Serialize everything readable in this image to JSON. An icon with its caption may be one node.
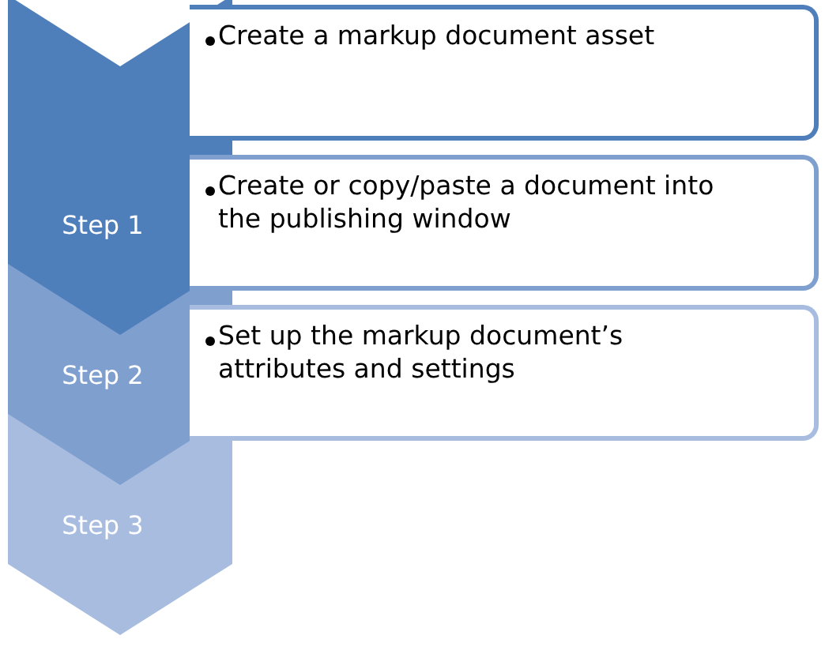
{
  "diagram": {
    "nodes": [
      {
        "text": [
          "Step 1"
        ]
      },
      {
        "text": [
          "Create a markup document asset"
        ]
      },
      {
        "text": [
          "Step 2"
        ]
      },
      {
        "text": [
          "Create or copy/paste a document into the publishing window"
        ]
      },
      {
        "text": [
          "Step 3"
        ]
      },
      {
        "text": [
          "Set up the markup document’s attributes and settings"
        ]
      }
    ]
  }
}
